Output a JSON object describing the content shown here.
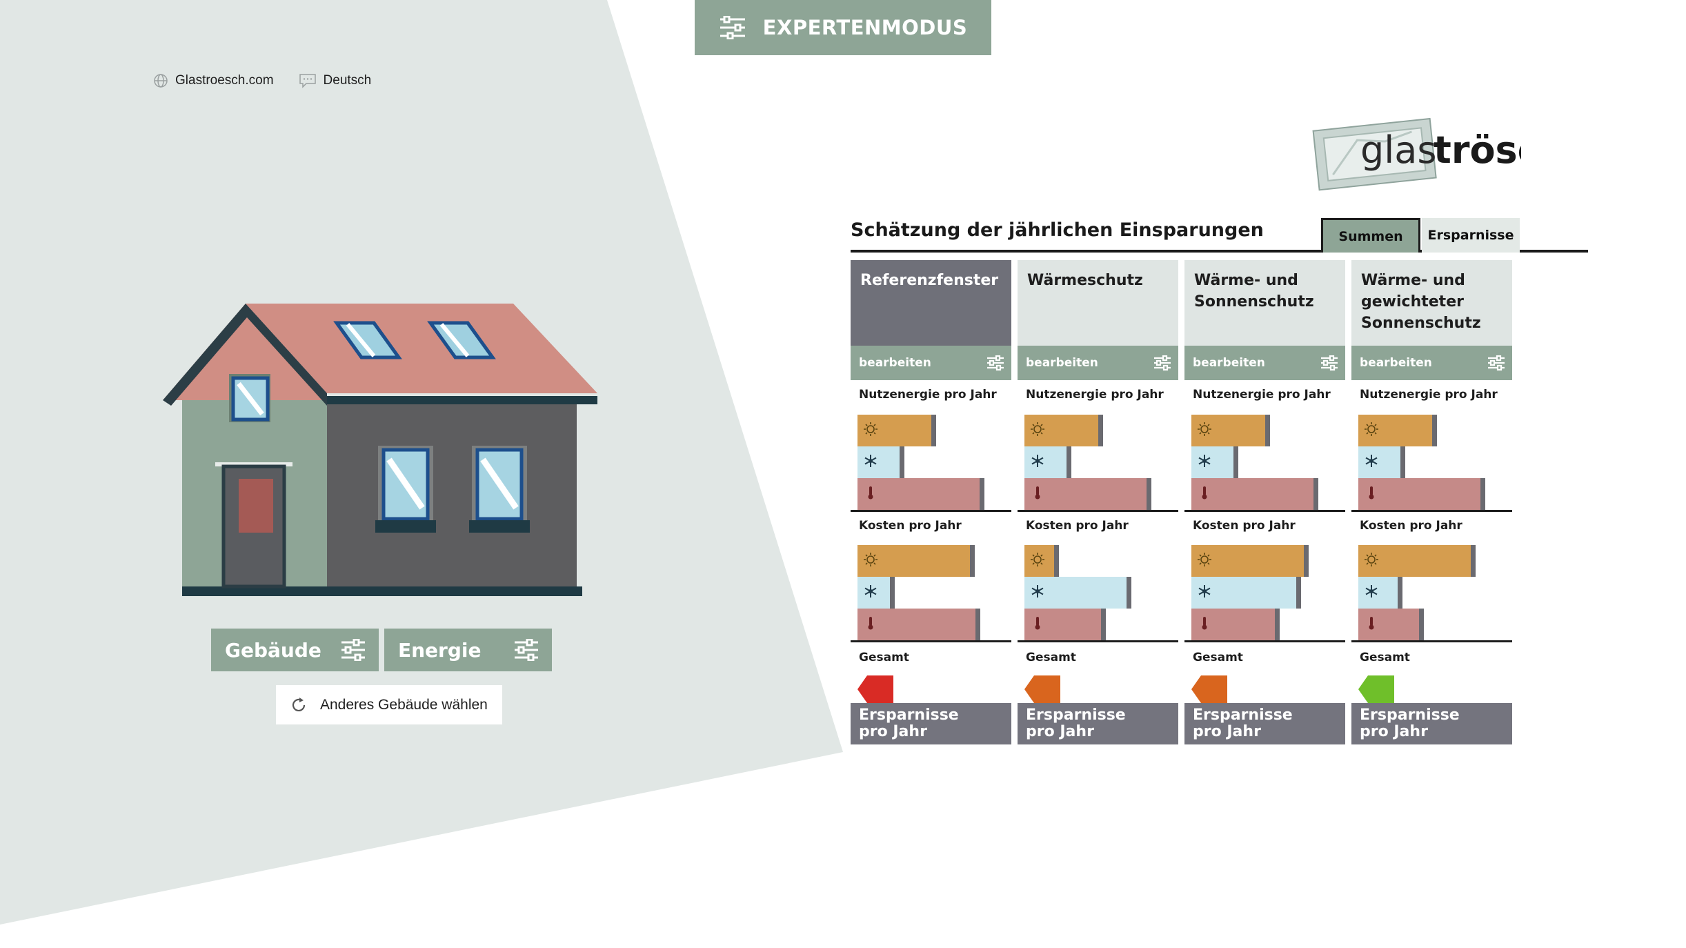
{
  "colors": {
    "accent_green": "#8ea596",
    "reference_header": "#6f7079",
    "sun_bar": "#d59d4f",
    "cool_bar": "#c8e6ee",
    "heat_bar": "#c58a88",
    "savings_box": "#74747e"
  },
  "header": {
    "expert_mode_label": "EXPERTENMODUS",
    "expert_mode_icon": "sliders-icon"
  },
  "top_links": {
    "website": "Glastroesch.com",
    "website_icon": "globe-icon",
    "language": "Deutsch",
    "language_icon": "speech-bubble-icon"
  },
  "logo": {
    "text_light": "glas",
    "text_bold": "trösch"
  },
  "building": {
    "gebaeude_label": "Gebäude",
    "energie_label": "Energie",
    "other_building_label": "Anderes Gebäude wählen"
  },
  "panel": {
    "title": "Schätzung der jährlichen Einsparungen",
    "tabs": [
      {
        "label": "Summen",
        "active": true
      },
      {
        "label": "Ersparnisse",
        "active": false
      }
    ],
    "section_energy": "Nutzenergie pro Jahr",
    "section_costs": "Kosten pro Jahr",
    "section_total": "Gesamt",
    "edit_label": "bearbeiten",
    "savings_line1": "Ersparnisse",
    "savings_line2": "pro Jahr",
    "columns": [
      {
        "title": "Referenzfenster",
        "energy": {
          "sun": 0.55,
          "cool": 0.33,
          "heat": 0.89
        },
        "costs": {
          "sun": 0.82,
          "cool": 0.26,
          "heat": 0.86
        },
        "rating_color": "#d92b25"
      },
      {
        "title": "Wärmeschutz",
        "energy": {
          "sun": 0.55,
          "cool": 0.33,
          "heat": 0.89
        },
        "costs": {
          "sun": 0.24,
          "cool": 0.75,
          "heat": 0.57
        },
        "rating_color": "#d9651e"
      },
      {
        "title": "Wärme- und Sonnenschutz",
        "energy": {
          "sun": 0.55,
          "cool": 0.33,
          "heat": 0.89
        },
        "costs": {
          "sun": 0.82,
          "cool": 0.77,
          "heat": 0.62
        },
        "rating_color": "#d9651e"
      },
      {
        "title": "Wärme- und gewichteter Sonnenschutz",
        "energy": {
          "sun": 0.55,
          "cool": 0.33,
          "heat": 0.89
        },
        "costs": {
          "sun": 0.82,
          "cool": 0.31,
          "heat": 0.46
        },
        "rating_color": "#6fbf2a"
      }
    ]
  }
}
